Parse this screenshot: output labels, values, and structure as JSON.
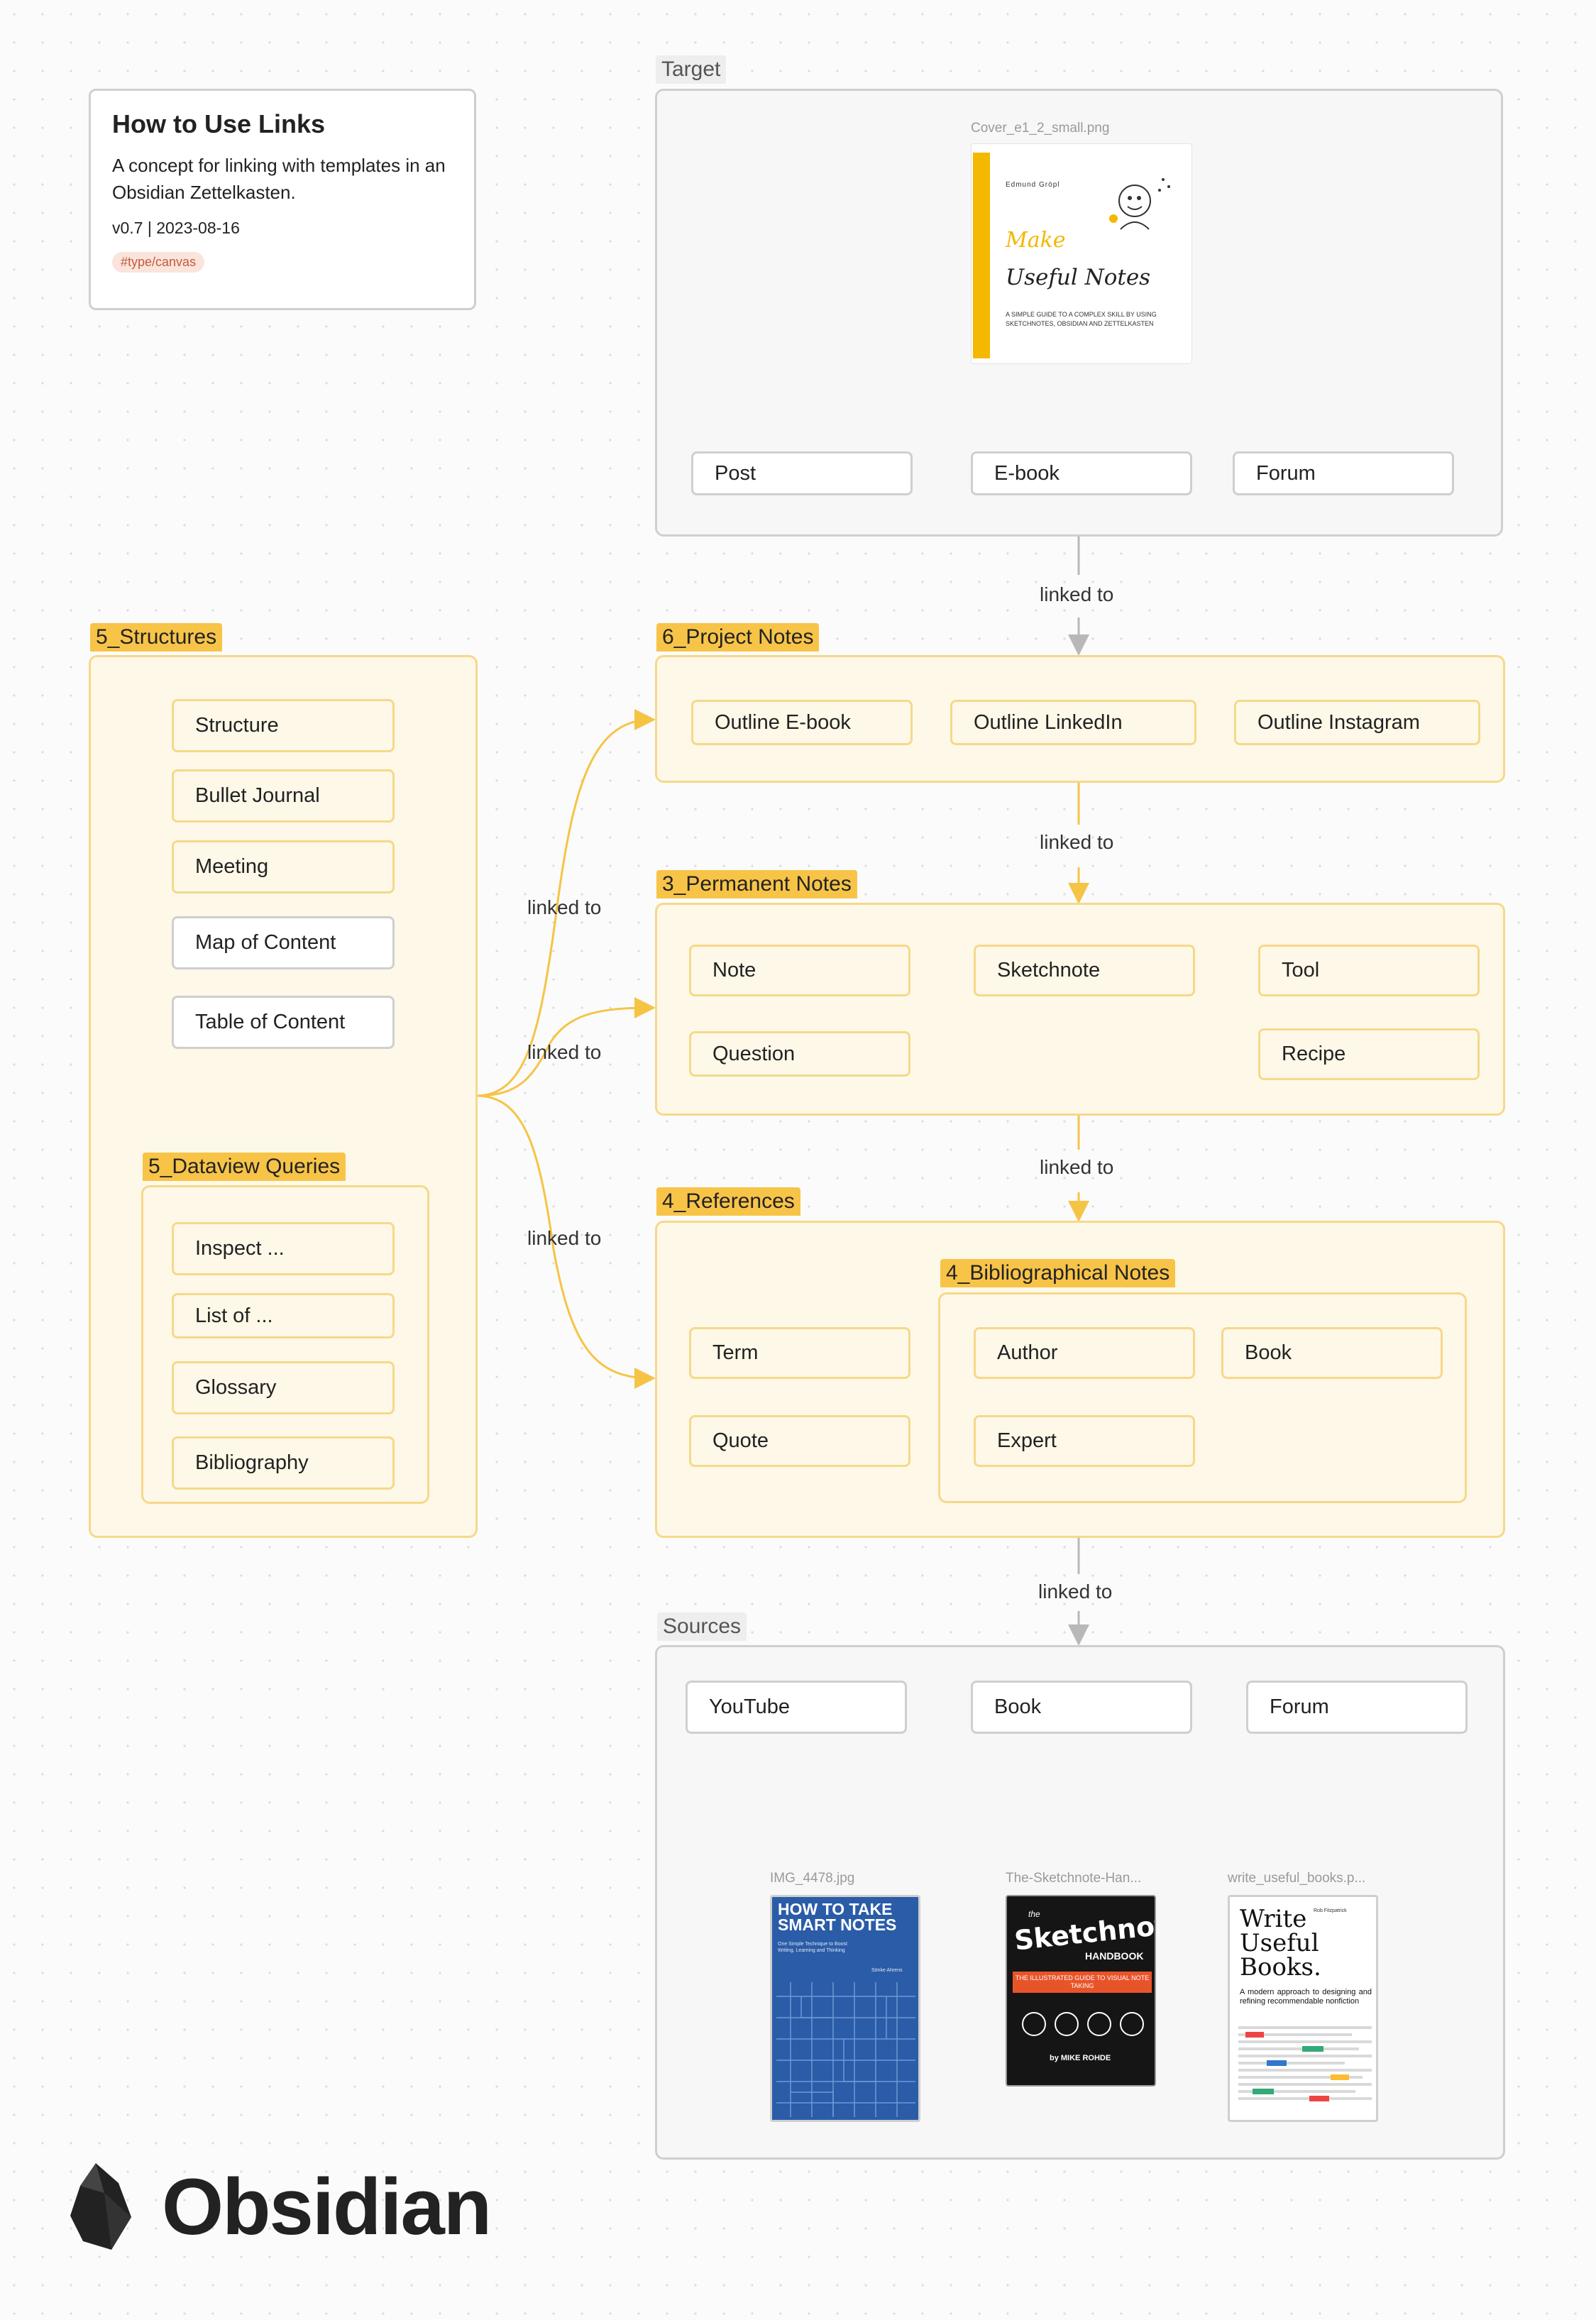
{
  "title_card": {
    "title": "How to Use Links",
    "description": "A concept for linking with templates in an Obsidian Zettelkasten.",
    "version": "v0.7 | 2023-08-16",
    "tag": "#type/canvas"
  },
  "target": {
    "label": "Target",
    "image_caption": "Cover_e1_2_small.png",
    "cover": {
      "author": "Edmund Gröpl",
      "title_line1": "Make",
      "title_line2": "Useful Notes",
      "subtitle": "A simple guide to a complex skill by using Sketchnotes, Obsidian and Zettelkasten"
    },
    "nodes": [
      "Post",
      "E-book",
      "Forum"
    ]
  },
  "edge_labels": {
    "target_project": "linked to",
    "project_permanent": "linked to",
    "permanent_references": "linked to",
    "references_sources": "linked to",
    "structures_project": "linked to",
    "structures_permanent": "linked to",
    "structures_references": "linked to"
  },
  "structures": {
    "label": "5_Structures",
    "nodes": [
      "Structure",
      "Bullet Journal",
      "Meeting",
      "Map of Content",
      "Table of Content"
    ],
    "dataview": {
      "label": "5_Dataview Queries",
      "nodes": [
        "Inspect ...",
        "List of ...",
        "Glossary",
        "Bibliography"
      ]
    }
  },
  "project_notes": {
    "label": "6_Project Notes",
    "nodes": [
      "Outline E-book",
      "Outline LinkedIn",
      "Outline Instagram"
    ]
  },
  "permanent_notes": {
    "label": "3_Permanent Notes",
    "nodes": [
      "Note",
      "Sketchnote",
      "Tool",
      "Question",
      "Recipe"
    ]
  },
  "references": {
    "label": "4_References",
    "nodes": [
      "Term",
      "Quote"
    ],
    "bibliographical": {
      "label": "4_Bibliographical Notes",
      "nodes": [
        "Author",
        "Book",
        "Expert"
      ]
    }
  },
  "sources": {
    "label": "Sources",
    "nodes": [
      "YouTube",
      "Book",
      "Forum"
    ],
    "images": [
      {
        "caption": "IMG_4478.jpg",
        "cover_title": "HOW TO TAKE SMART NOTES",
        "cover_sub": "One Simple Technique to Boost Writing, Learning and Thinking",
        "cover_author": "Sönke Ahrens"
      },
      {
        "caption": "The-Sketchnote-Han...",
        "cover_title": "Sketchnote",
        "cover_top": "the",
        "cover_sub": "HANDBOOK",
        "cover_tagline": "THE ILLUSTRATED GUIDE TO VISUAL NOTE TAKING",
        "cover_author": "by MIKE ROHDE"
      },
      {
        "caption": "write_useful_books.p...",
        "cover_title": "Write Useful Books.",
        "cover_sub": "A modern approach to designing and refining recommendable nonfiction",
        "cover_author": "Rob Fitzpatrick"
      }
    ]
  },
  "brand": {
    "name": "Obsidian"
  },
  "colors": {
    "yellow_fill": "#fef8e8",
    "yellow_border": "#f5d98a",
    "yellow_label": "#f7c448",
    "edge_yellow": "#f6c445",
    "edge_gray": "#b8b8b8"
  }
}
